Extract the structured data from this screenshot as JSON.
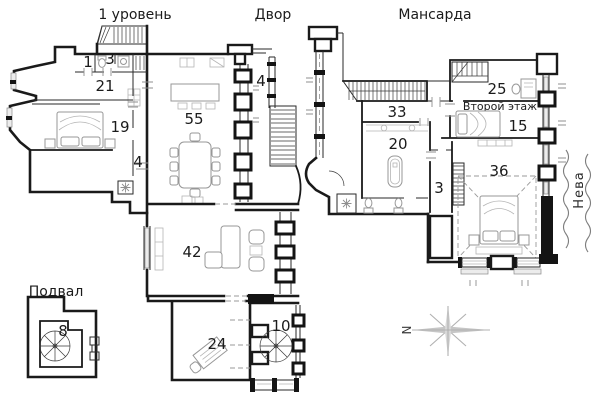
{
  "palette": {
    "wall": "#1a1a1a",
    "furniture": "#979797",
    "water": "#7d7d7d",
    "compass": "#c6c6c6",
    "text": "#1b1b1b",
    "background": "#ffffff"
  },
  "titles": {
    "level1": "1 уровень",
    "courtyard": "Двор",
    "mansard": "Мансарда",
    "basement": "Подвал",
    "floor2": "Второй этаж"
  },
  "river": {
    "label": "Нева"
  },
  "compass": {
    "north": "N"
  },
  "rooms": {
    "level1": {
      "wc1": "1",
      "wc3": "3",
      "hall21": "21",
      "bedroom19": "19",
      "greatroom55": "55",
      "terrace4": "4",
      "lobby4": "4",
      "living42": "42",
      "study24": "24",
      "stairhall10": "10"
    },
    "mansard": {
      "stair33": "33",
      "room25": "25",
      "room15": "15",
      "bath20": "20",
      "room3": "3",
      "bedroom36": "36"
    },
    "basement": {
      "room8": "8"
    }
  }
}
